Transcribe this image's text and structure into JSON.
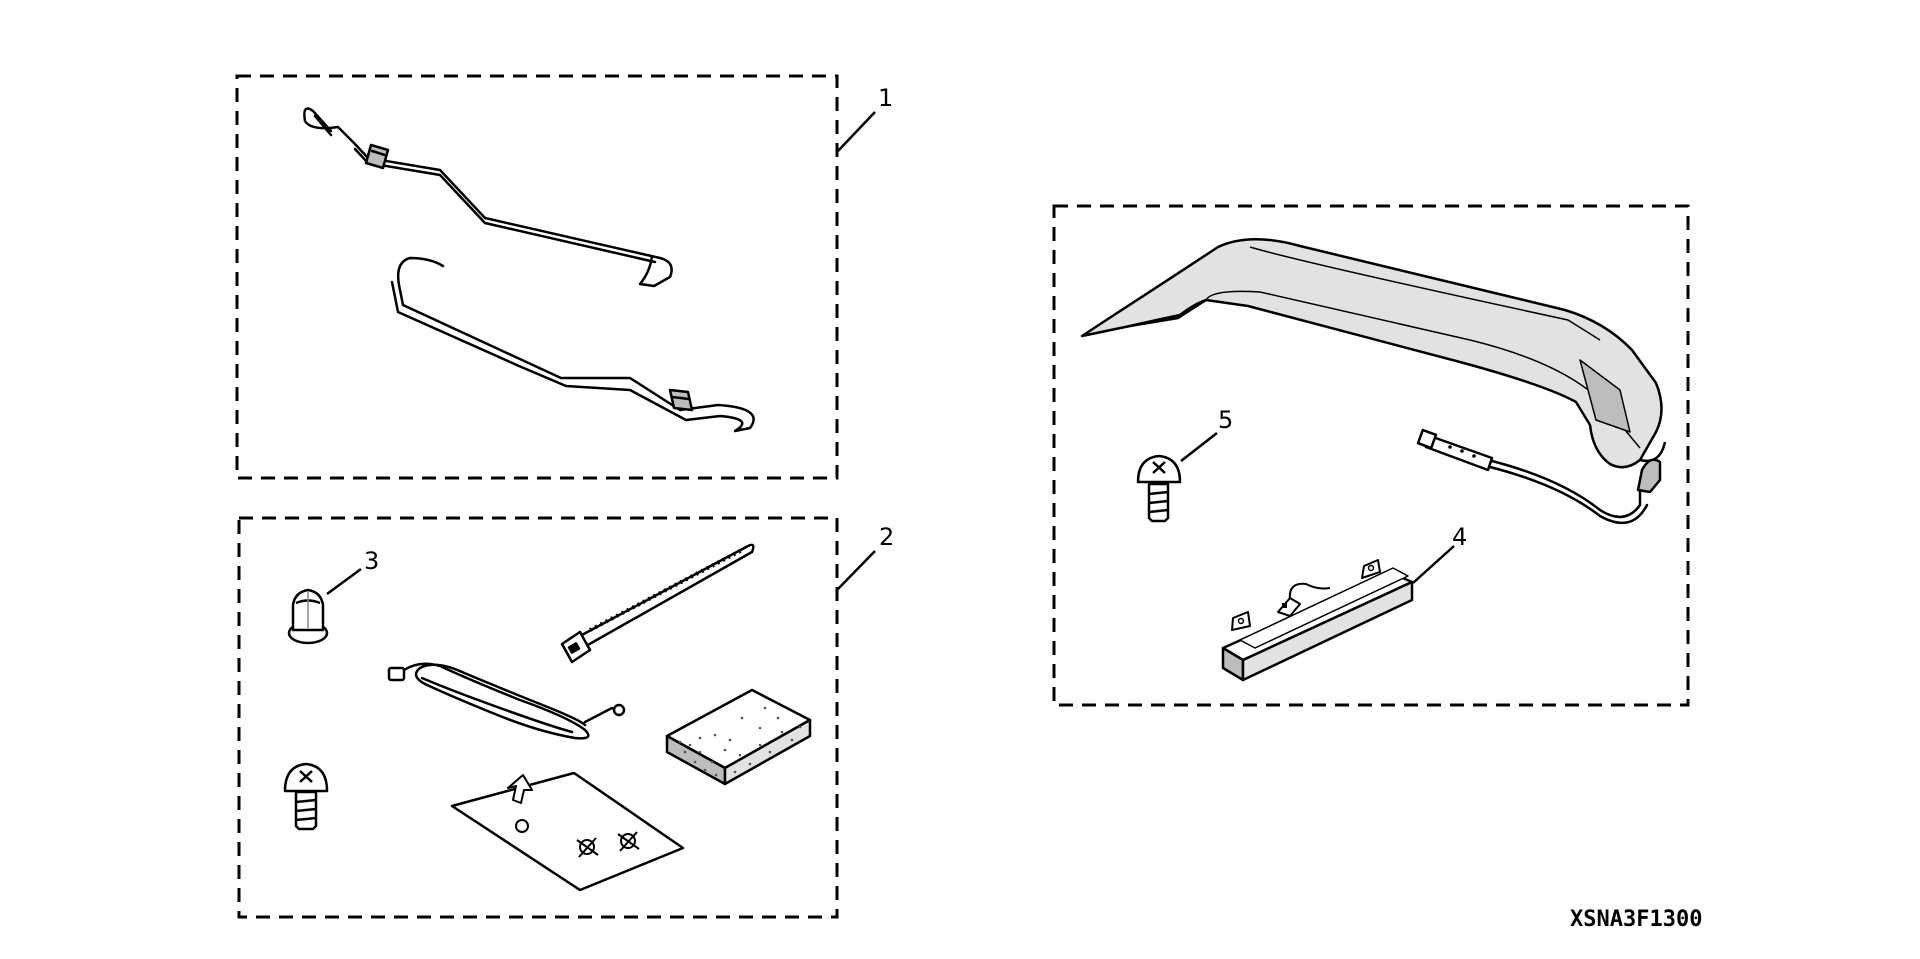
{
  "diagram": {
    "part_code": "XSNA3F1300",
    "callouts": {
      "c1": "1",
      "c2": "2",
      "c3": "3",
      "c4": "4",
      "c5": "5"
    }
  },
  "colors": {
    "line": "#000000",
    "spoiler_fill": "#e2e2e2",
    "shade": "#bdbdbd",
    "pad_dots": "#555555"
  }
}
